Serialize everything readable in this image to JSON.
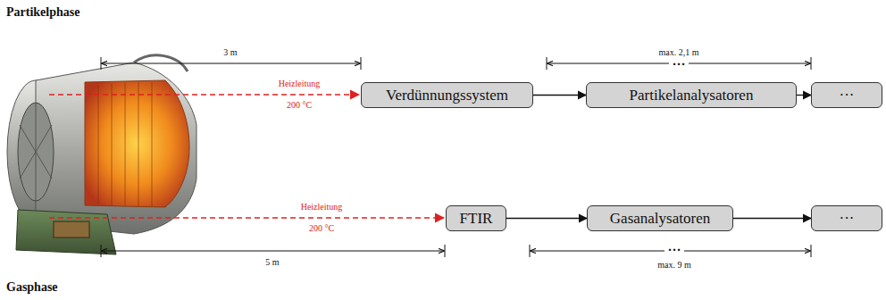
{
  "diagram": {
    "nodes": [
      {
        "text": [
          "Verdünnungssystem"
        ]
      },
      {
        "text": [
          "Partikelanalysatoren"
        ]
      },
      {
        "text": [
          "···"
        ]
      },
      {
        "text": [
          "FTIR"
        ]
      },
      {
        "text": [
          "Gasanalysatoren"
        ]
      },
      {
        "text": [
          "···"
        ]
      }
    ],
    "edges": [
      {
        "from": 0,
        "to": 1,
        "arrow": "to"
      },
      {
        "from": 1,
        "to": 2,
        "arrow": "to"
      },
      {
        "from": 3,
        "to": 4,
        "arrow": "to"
      },
      {
        "from": 4,
        "to": 5,
        "arrow": "to"
      }
    ],
    "labels": [
      "Partikelphase",
      "3 m",
      "max. 2,1 m",
      "···",
      "Heizleitung",
      "200 °C",
      "Heizleitung",
      "200 °C",
      "5 m",
      "···",
      "max. 9 m",
      "Gasphase"
    ]
  }
}
